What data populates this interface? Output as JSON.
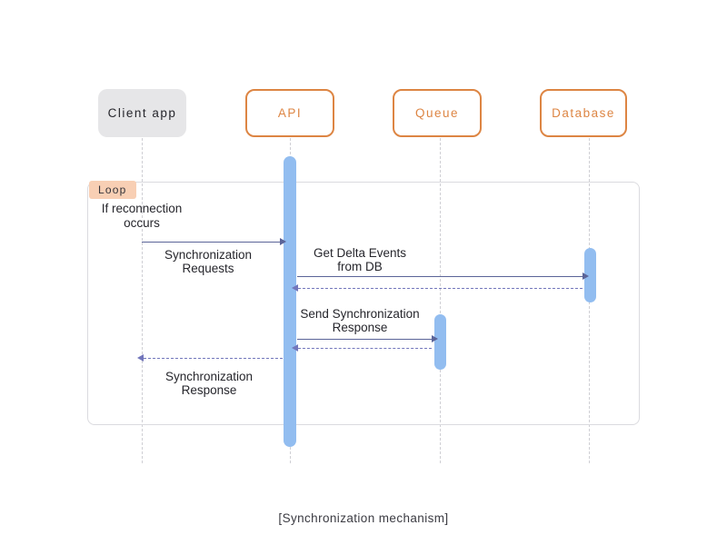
{
  "diagram": {
    "caption": "[Synchronization mechanism]",
    "actors": [
      {
        "id": "client-app",
        "label": "Client app",
        "style": "filled-gray"
      },
      {
        "id": "api",
        "label": "API",
        "style": "outlined-orange"
      },
      {
        "id": "queue",
        "label": "Queue",
        "style": "outlined-orange"
      },
      {
        "id": "database",
        "label": "Database",
        "style": "outlined-orange"
      }
    ],
    "loop": {
      "label": "Loop",
      "condition": "If reconnection\noccurs"
    },
    "messages": [
      {
        "from": "client-app",
        "to": "api",
        "line": "solid",
        "label": "Synchronization\nRequests",
        "label_position": "below"
      },
      {
        "from": "api",
        "to": "database",
        "line": "solid",
        "label": "Get Delta Events\nfrom DB",
        "label_position": "above"
      },
      {
        "from": "database",
        "to": "api",
        "line": "dashed",
        "label": "",
        "label_position": "none"
      },
      {
        "from": "api",
        "to": "queue",
        "line": "solid",
        "label": "Send Synchronization\nResponse",
        "label_position": "above"
      },
      {
        "from": "queue",
        "to": "api",
        "line": "dashed",
        "label": "",
        "label_position": "none"
      },
      {
        "from": "api",
        "to": "client-app",
        "line": "dashed",
        "label": "Synchronization\nResponse",
        "label_position": "below"
      }
    ],
    "colors": {
      "accent_orange": "#dd8543",
      "loop_label_bg": "#f8cfb4",
      "activation_bar": "#92bdf0",
      "solid_arrow": "#5b6498",
      "dashed_arrow": "#7276bb",
      "actor_fill_gray": "#e6e6e8",
      "text": "#26262c",
      "lifeline": "#cfcfd4",
      "loop_border": "#dbdbdf"
    }
  }
}
